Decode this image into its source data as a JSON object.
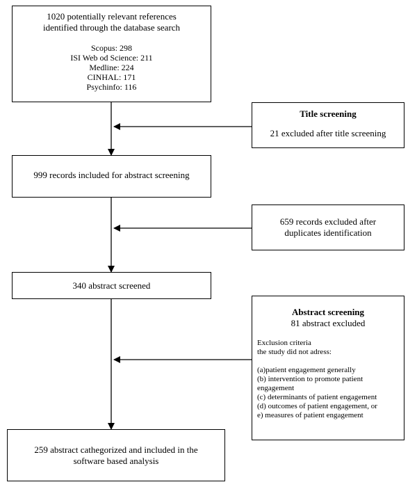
{
  "boxes": {
    "identified": {
      "title_lines": [
        "1020 potentially relevant references",
        "identified through the database search"
      ],
      "sources": [
        "Scopus: 298",
        "ISI Web od Science:  211",
        "Medline: 224",
        "CINHAL: 171",
        "Psychinfo: 116"
      ]
    },
    "title_screening": {
      "title": "Title screening",
      "text": "21 excluded after title screening"
    },
    "abstract_screening_included": {
      "text": "999 records included for abstract screening"
    },
    "duplicates_excluded": {
      "lines": [
        "659 records excluded after",
        "duplicates identification"
      ]
    },
    "abstract_screened": {
      "text": "340 abstract screened"
    },
    "abstract_screening": {
      "title": "Abstract screening",
      "subtitle": "81 abstract excluded",
      "criteria_header": [
        "Exclusion criteria",
        "the study did not adress:"
      ],
      "criteria": [
        "(a)patient engagement generally",
        "(b) intervention to promote patient",
        "engagement",
        "(c) determinants of patient engagement",
        "(d) outcomes of patient engagement, or",
        "e) measures of patient engagement"
      ]
    },
    "final": {
      "lines": [
        "259 abstract cathegorized and included in the",
        "software based analysis"
      ]
    }
  }
}
